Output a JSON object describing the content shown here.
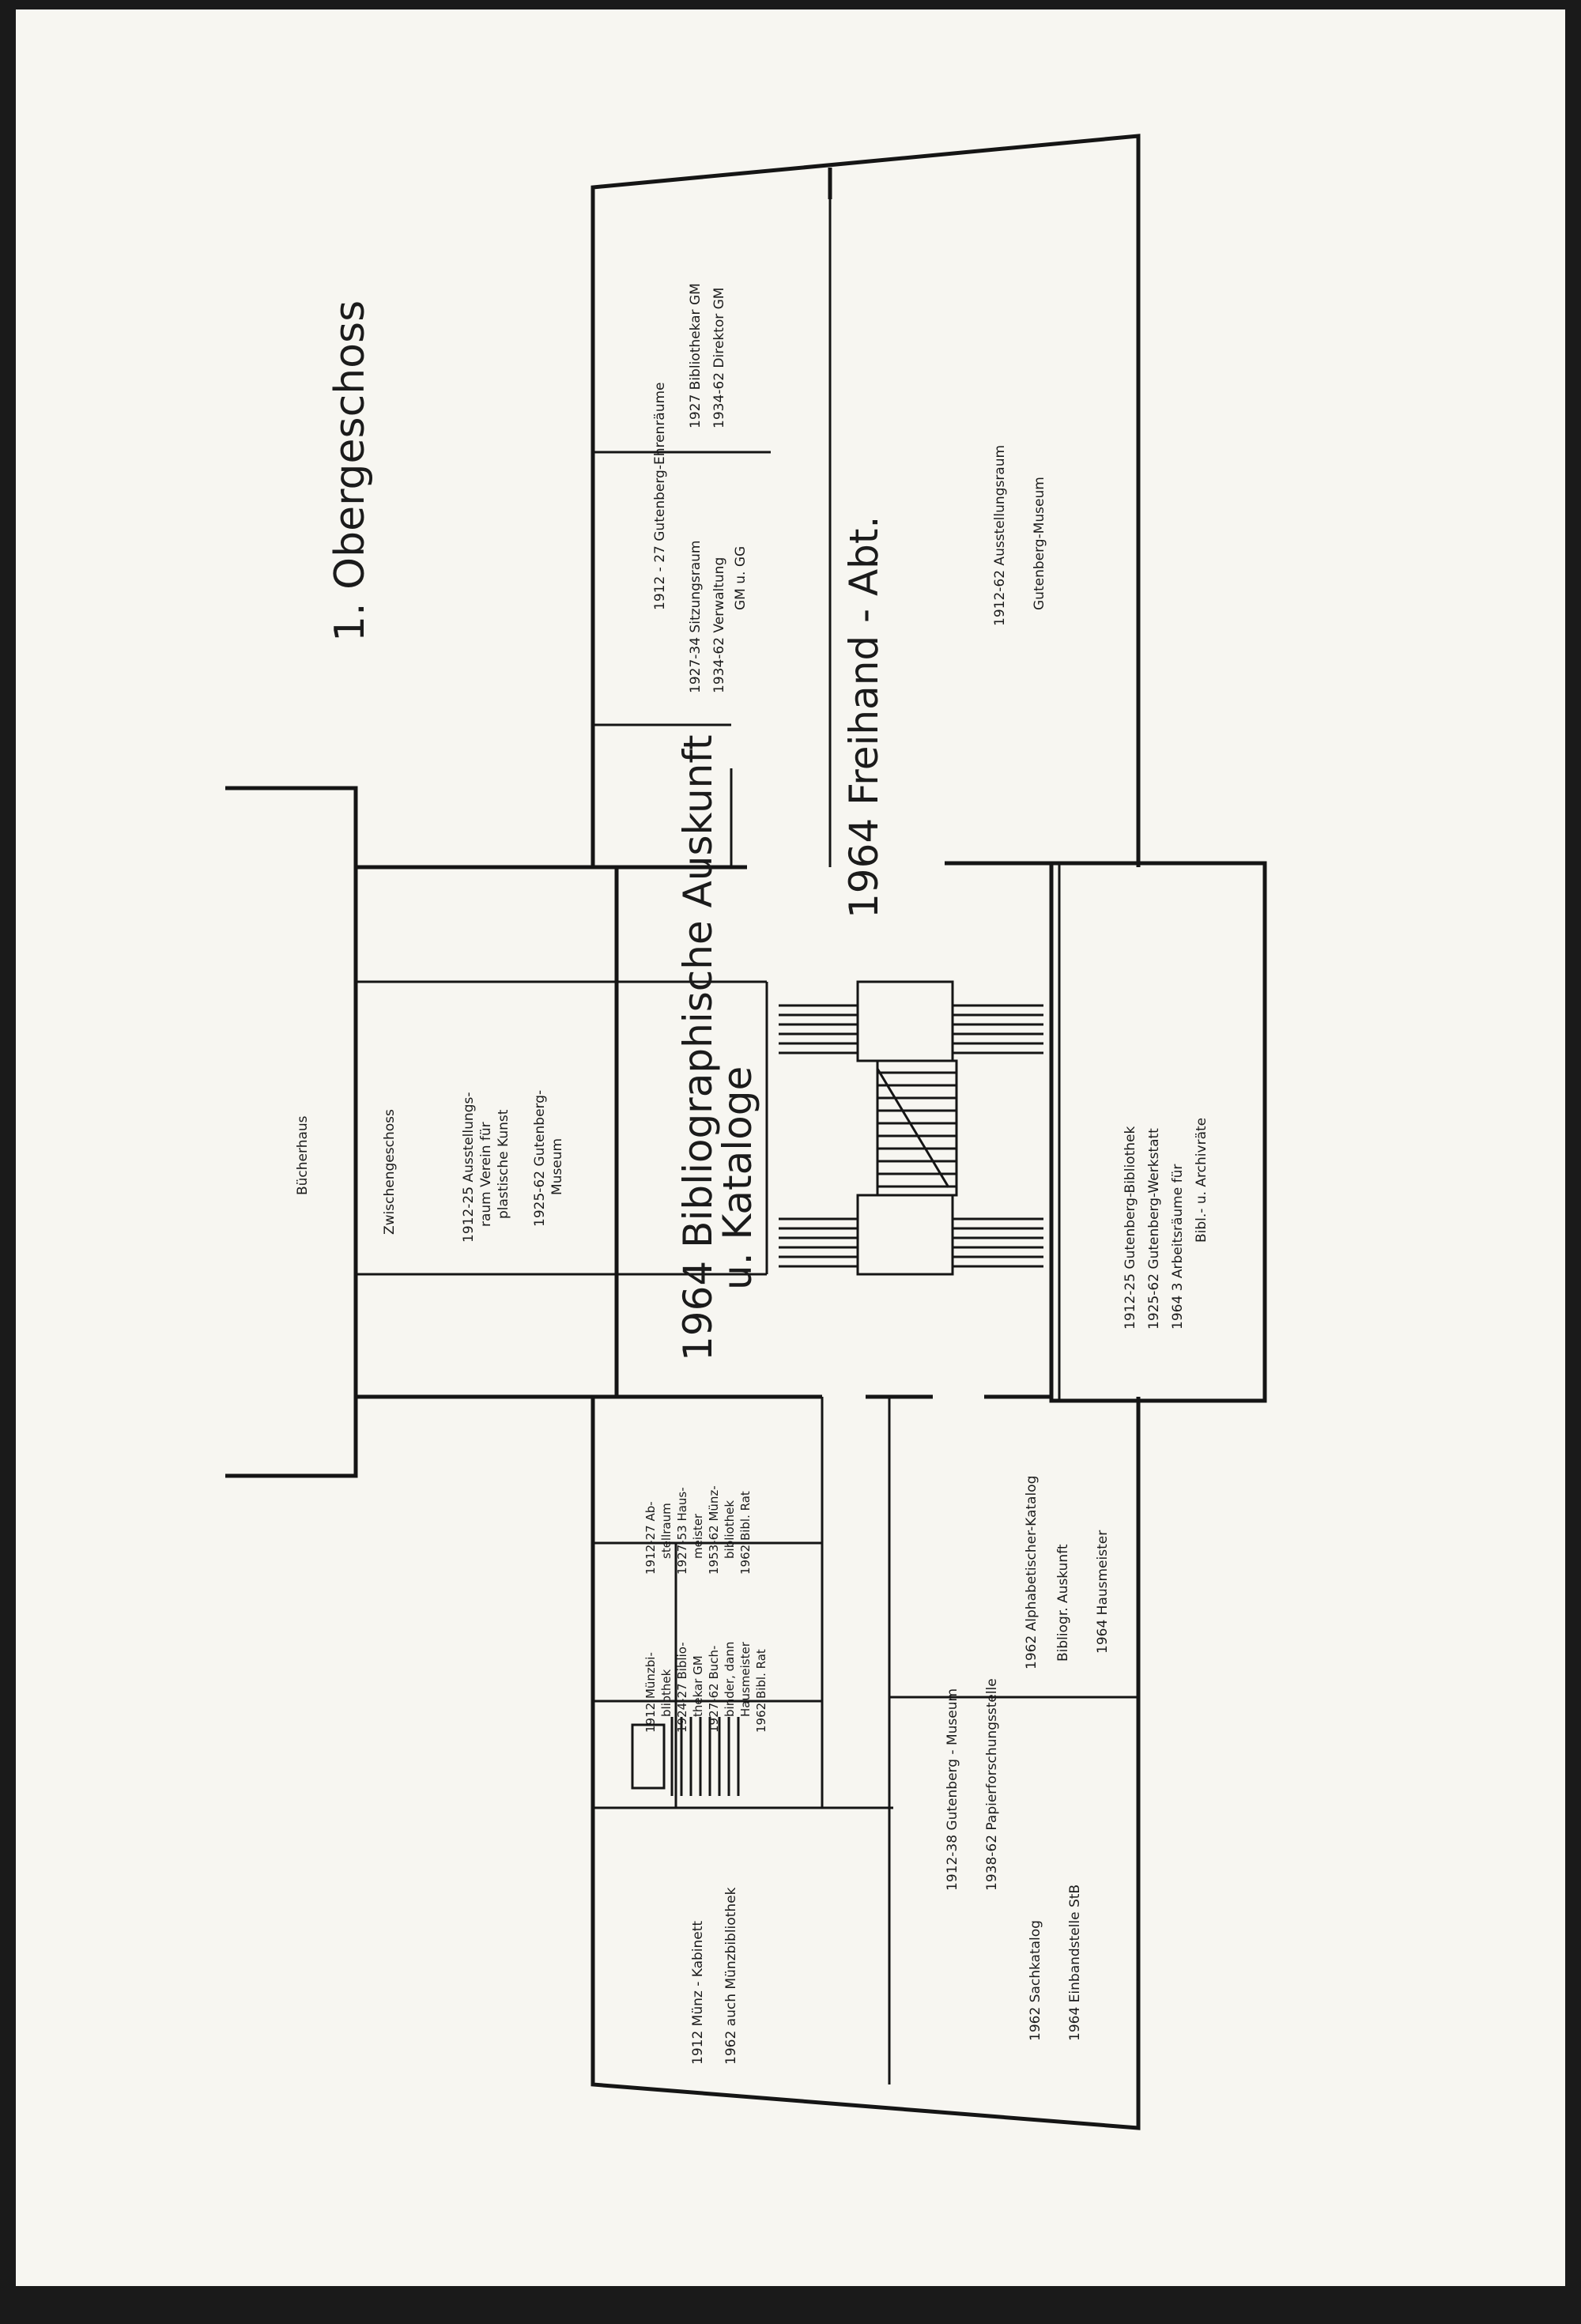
{
  "floor_title": "1. Obergeschoss",
  "labels": {
    "buecherhaus": "Bücherhaus",
    "zwischen_title": "Zwischengeschoss",
    "zwischen_1912": "1912-25 Ausstellungs-",
    "zwischen_1912b": "raum Verein für",
    "zwischen_1912c": "plastische Kunst",
    "zwischen_1925": "1925-62 Gutenberg-",
    "zwischen_1925b": "Museum",
    "big_biblio_1": "1964  Bibliographische Auskunft",
    "big_biblio_2": "u. Kataloge",
    "big_freihand": "1964  Freihand - Abt.",
    "ehren": "1912 - 27 Gutenberg-Ehrenräume",
    "ehren_1927": "1927  Bibliothekar GM",
    "ehren_1934": "1934-62 Direktor GM",
    "sitz_1927": "1927-34 Sitzungsraum",
    "sitz_1934": "1934-62 Verwaltung",
    "sitz_gm": "GM u. GG",
    "ausst_1912": "1912-62 Ausstellungsraum",
    "ausst_gm": "Gutenberg-Museum",
    "right_1912": "1912-25 Gutenberg-Bibliothek",
    "right_1925": "1925-62 Gutenberg-Werkstatt",
    "right_1964": "1964      3 Arbeitsräume für",
    "right_1964b": "Bibl.- u. Archivräte",
    "abst_1": "1912-27 Ab-",
    "abst_2": "stellraum",
    "abst_3": "1927-53 Haus-",
    "abst_4": "meister",
    "abst_5": "1953-62 Münz-",
    "abst_6": "bibliothek",
    "abst_7": "1962 Bibl. Rat",
    "muenz_1": "1912  Münzbi-",
    "muenz_2": "bliothek",
    "muenz_3": "1924-27 Biblio-",
    "muenz_4": "thekar GM",
    "muenz_5": "1927-62 Buch-",
    "muenz_6": "binder, dann",
    "muenz_7": "Hausmeister",
    "muenz_8": "1962 Bibl. Rat",
    "kab_1": "1912  Münz - Kabinett",
    "kab_2": "1962 auch Münzbibliothek",
    "gm_1912": "1912-38  Gutenberg - Museum",
    "gm_1938": "1938-62  Papierforschungsstelle",
    "sach_1962": "1962  Sachkatalog",
    "sach_1964": "1964  Einbandstelle  StB",
    "alpha_1962": "1962  Alphabetischer-Katalog",
    "alpha_b": "Bibliogr. Auskunft",
    "alpha_1964": "1964  Hausmeister"
  }
}
